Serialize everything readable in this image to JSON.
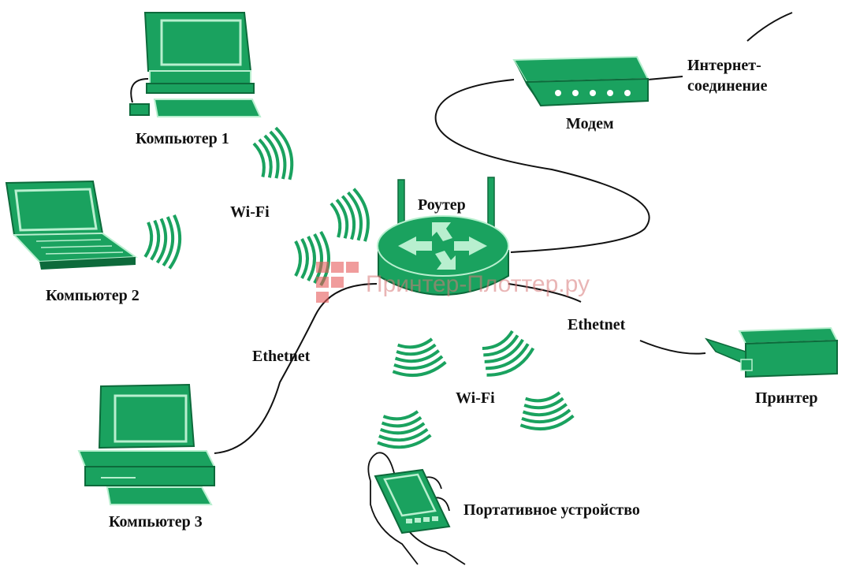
{
  "colors": {
    "device_fill": "#1aa25f",
    "device_dark": "#0d6a3b",
    "device_light": "#b8efcf",
    "wire": "#111111",
    "watermark": "#e06a6a"
  },
  "labels": {
    "computer_1": "Компьютер 1",
    "computer_2": "Компьютер 2",
    "computer_3": "Компьютер 3",
    "router": "Роутер",
    "modem": "Модем",
    "internet_line1": "Интернет-",
    "internet_line2": "соединение",
    "printer": "Принтер",
    "portable_device": "Портативное устройство",
    "wifi_top": "Wi-Fi",
    "wifi_bottom": "Wi-Fi",
    "ethernet_left": "Ethetnet",
    "ethernet_right": "Ethetnet"
  },
  "watermark": {
    "text": "Принтер-Плоттер.ру"
  }
}
